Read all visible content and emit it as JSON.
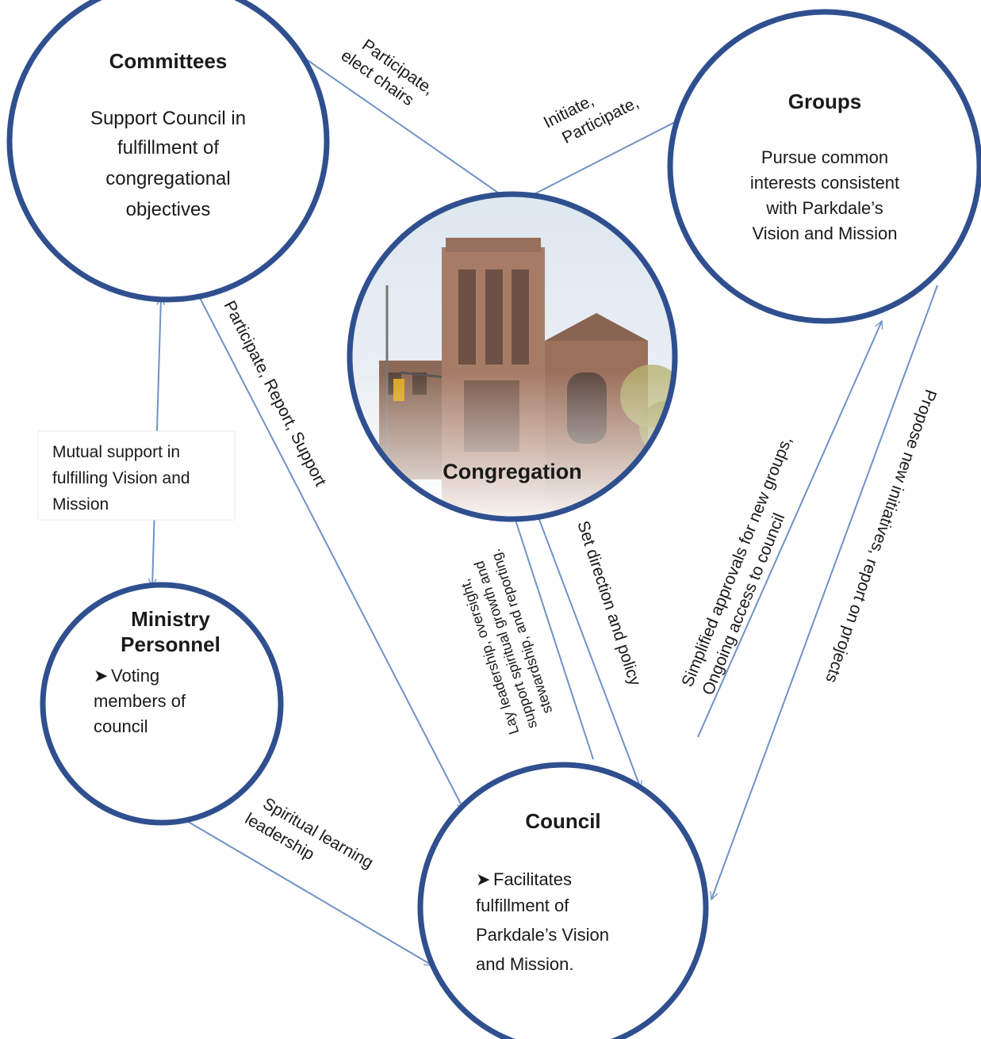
{
  "nodes": {
    "committees": {
      "title": "Committees",
      "lines": [
        "Support Council in",
        "fulfillment of",
        "congregational",
        "objectives"
      ]
    },
    "groups": {
      "title": "Groups",
      "lines": [
        "Pursue common",
        "interests consistent",
        "with Parkdale’s",
        "Vision and Mission"
      ]
    },
    "congregation": {
      "title": "Congregation"
    },
    "ministry": {
      "title_lines": [
        "Ministry",
        "Personnel"
      ],
      "bullet": "➤",
      "lines": [
        "Voting",
        "members of",
        "council"
      ]
    },
    "council": {
      "title": "Council",
      "bullet": "➤",
      "lines": [
        "Facilitates",
        "fulfillment of",
        "Parkdale’s Vision",
        "and Mission."
      ]
    }
  },
  "edges": {
    "participate_elect": [
      "Participate,",
      "elect chairs"
    ],
    "initiate_participate": [
      "Initiate,",
      "Participate,"
    ],
    "participate_report": "Participate, Report, Support",
    "mutual_support": [
      "Mutual support in",
      "fulfilling Vision and",
      "Mission"
    ],
    "lay_leadership": [
      "Lay leadership, oversight,",
      "support spiritual  growth and",
      "stewardship, and reporting."
    ],
    "set_direction": "Set direction and policy",
    "simplified_approvals": [
      "Simplified approvals for new groups,",
      "Ongoing access to council"
    ],
    "propose_initiatives": "Propose new initiatives, report on projects",
    "spiritual_learning": [
      "Spiritual learning",
      "leadership"
    ]
  },
  "colors": {
    "circle_stroke": "#2f4f8f",
    "arrow": "#6f93c6",
    "text": "#1a1a1a"
  }
}
